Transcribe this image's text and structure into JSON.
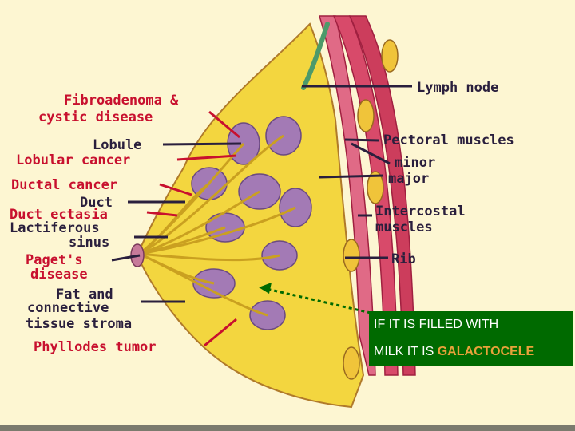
{
  "labels": {
    "fibroadenoma_1": "Fibroadenoma &",
    "fibroadenoma_2": "cystic disease",
    "lobule": "Lobule",
    "lobular_cancer": "Lobular cancer",
    "ductal_cancer": "Ductal cancer",
    "duct": "Duct",
    "duct_ectasia": "Duct ectasia",
    "lactiferous_1": "Lactiferous",
    "lactiferous_2": "sinus",
    "pagets_1": "Paget's",
    "pagets_2": "disease",
    "fat_1": "Fat and",
    "fat_2": "connective",
    "fat_3": "tissue stroma",
    "phyllodes": "Phyllodes tumor",
    "lymph_node": "Lymph node",
    "pectoral": "Pectoral muscles",
    "minor": "minor",
    "major": "major",
    "intercostal_1": "Intercostal",
    "intercostal_2": "muscles",
    "rib": "Rib"
  },
  "callout": {
    "line1": "IF IT IS FILLED WITH",
    "line2_prefix": "MILK IT IS ",
    "line2_highlight": "GALACTOCELE"
  },
  "colors": {
    "red_label": "#c8102e",
    "dark_label": "#2a1f3d",
    "callout_bg": "#006a00",
    "highlight": "#e8a23a",
    "fat": "#f2d23c",
    "lobule": "#a37ab5",
    "muscle": "#d84a6a"
  }
}
